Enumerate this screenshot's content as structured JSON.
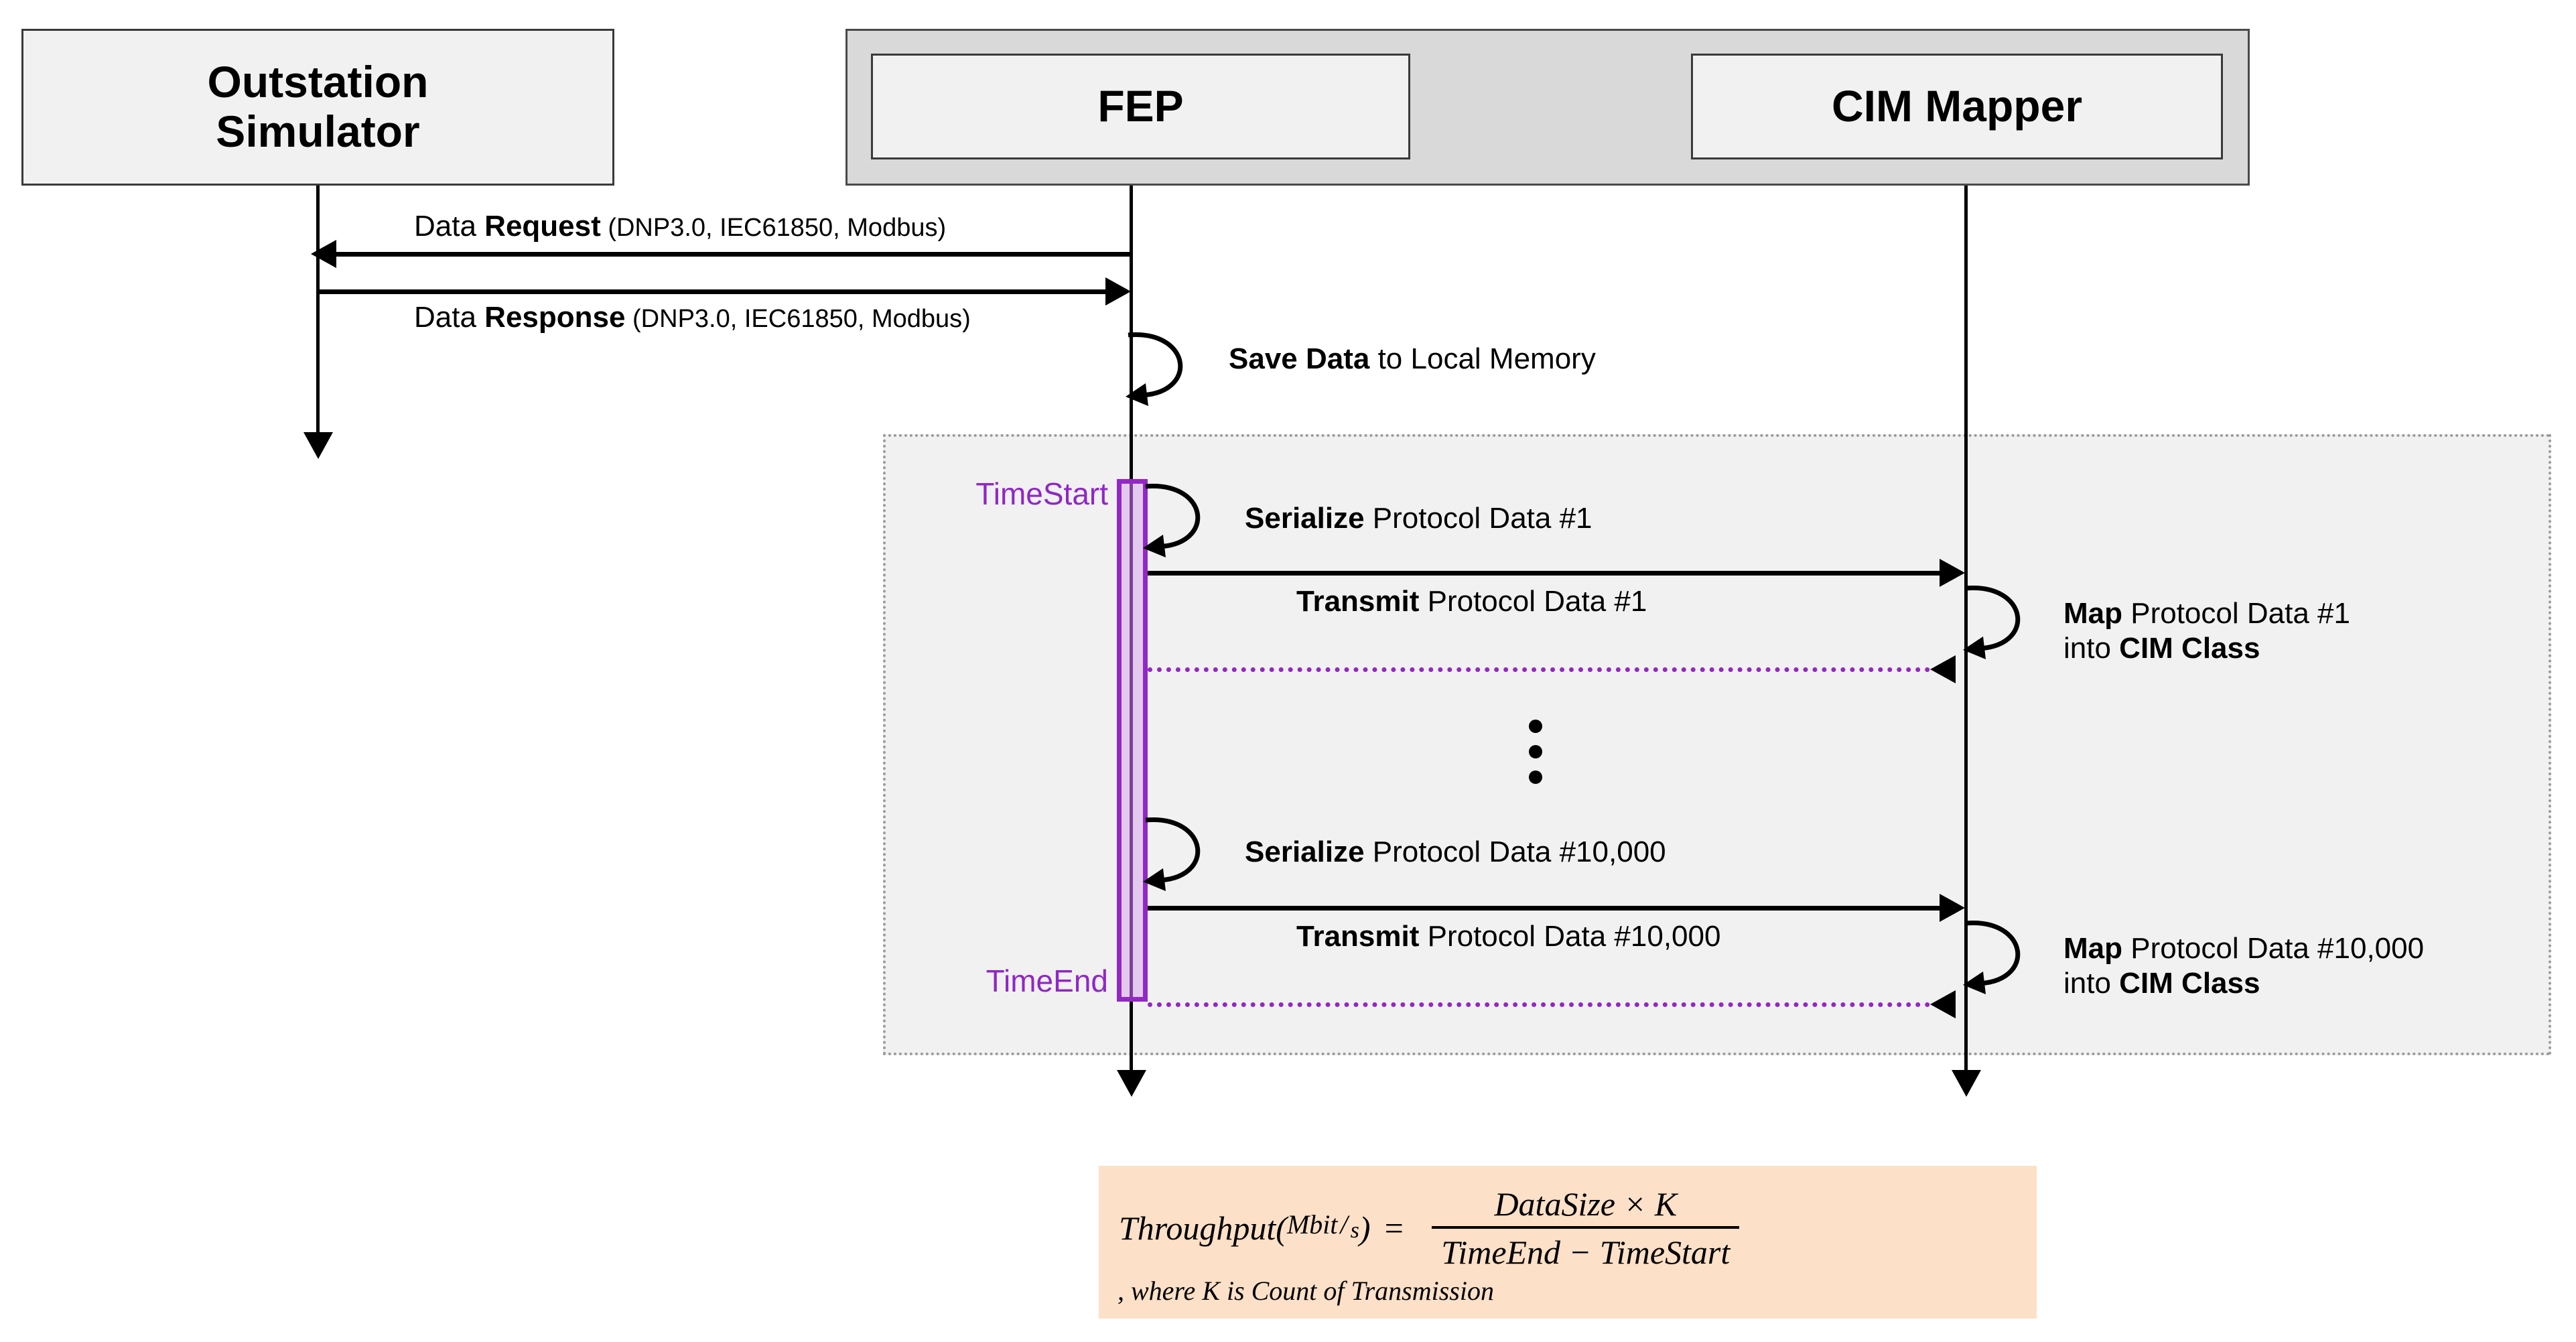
{
  "participants": {
    "outstation": "Outstation\nSimulator",
    "outstation_line1": "Outstation",
    "outstation_line2": "Simulator",
    "fep": "FEP",
    "cim_mapper": "CIM Mapper"
  },
  "messages": {
    "data_request_bold": "Request",
    "data_request_prefix": "Data ",
    "data_request_suffix": " (DNP3.0, IEC61850, Modbus)",
    "data_response_bold": "Response",
    "data_response_prefix": "Data ",
    "data_response_suffix": " (DNP3.0, IEC61850, Modbus)",
    "save_data_bold": "Save Data",
    "save_data_rest": " to Local Memory",
    "serialize_bold": "Serialize",
    "serialize_first_rest": " Protocol Data #1",
    "serialize_last_rest": " Protocol Data #10,000",
    "transmit_bold": "Transmit",
    "transmit_first_rest": " Protocol Data #1",
    "transmit_last_rest": " Protocol Data #10,000",
    "map_bold": "Map",
    "map_first_rest": " Protocol Data #1",
    "map_last_rest": " Protocol Data #10,000",
    "map_into": "into ",
    "map_cim_class": "CIM Class"
  },
  "markers": {
    "time_start": "TimeStart",
    "time_end": "TimeEnd"
  },
  "formula": {
    "lhs": "Throughput(",
    "unit_num": "Mbit",
    "unit_div": "/",
    "unit_den": "s",
    "lhs_close": ")",
    "equals": "=",
    "numerator": "DataSize × K",
    "denominator": "TimeEnd  − TimeStart",
    "note": ", where K is Count of Transmission"
  },
  "colors": {
    "purple": "#9327c4",
    "purple_fill": "#e3c9ef",
    "band_gray": "#d9d9d9",
    "box_gray": "#f1f1f1",
    "frame_gray": "#f1f1f1",
    "formula_bg": "#fce0c8"
  },
  "icons": {
    "ellipsis": "vertical-ellipsis"
  }
}
